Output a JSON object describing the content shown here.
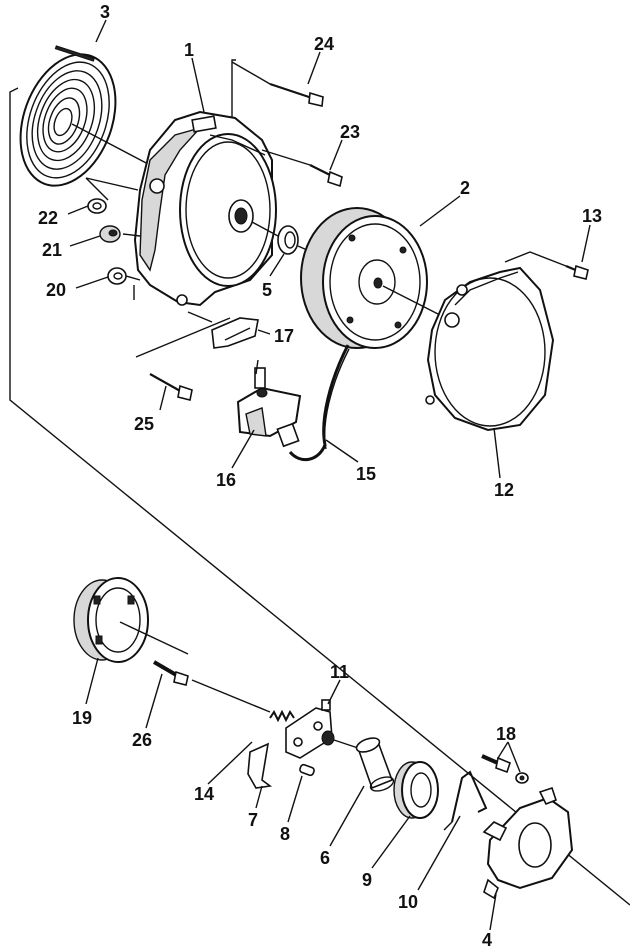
{
  "labels": [
    {
      "key": "l3",
      "text": "3"
    },
    {
      "key": "l24",
      "text": "24"
    },
    {
      "key": "l1",
      "text": "1"
    },
    {
      "key": "l23",
      "text": "23"
    },
    {
      "key": "l2",
      "text": "2"
    },
    {
      "key": "l13",
      "text": "13"
    },
    {
      "key": "l22",
      "text": "22"
    },
    {
      "key": "l21",
      "text": "21"
    },
    {
      "key": "l20",
      "text": "20"
    },
    {
      "key": "l5",
      "text": "5"
    },
    {
      "key": "l17",
      "text": "17"
    },
    {
      "key": "l25",
      "text": "25"
    },
    {
      "key": "l16",
      "text": "16"
    },
    {
      "key": "l15",
      "text": "15"
    },
    {
      "key": "l12",
      "text": "12"
    },
    {
      "key": "l19",
      "text": "19"
    },
    {
      "key": "l26",
      "text": "26"
    },
    {
      "key": "l11",
      "text": "11"
    },
    {
      "key": "l18",
      "text": "18"
    },
    {
      "key": "l14",
      "text": "14"
    },
    {
      "key": "l7",
      "text": "7"
    },
    {
      "key": "l8",
      "text": "8"
    },
    {
      "key": "l6",
      "text": "6"
    },
    {
      "key": "l9",
      "text": "9"
    },
    {
      "key": "l10",
      "text": "10"
    },
    {
      "key": "l4",
      "text": "4"
    }
  ]
}
